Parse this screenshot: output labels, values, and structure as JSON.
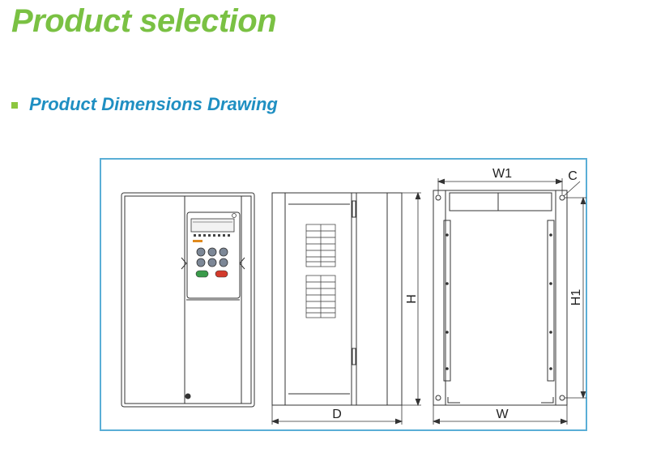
{
  "header": {
    "title": "Product selection"
  },
  "section": {
    "heading": "Product Dimensions Drawing"
  },
  "drawing": {
    "labels": {
      "W1": "W1",
      "C": "C",
      "H": "H",
      "H1": "H1",
      "D": "D",
      "W": "W"
    }
  },
  "colors": {
    "title": "#7ac143",
    "heading": "#1f8fc2",
    "bullet": "#8cc63f",
    "frame": "#5aaed6"
  }
}
